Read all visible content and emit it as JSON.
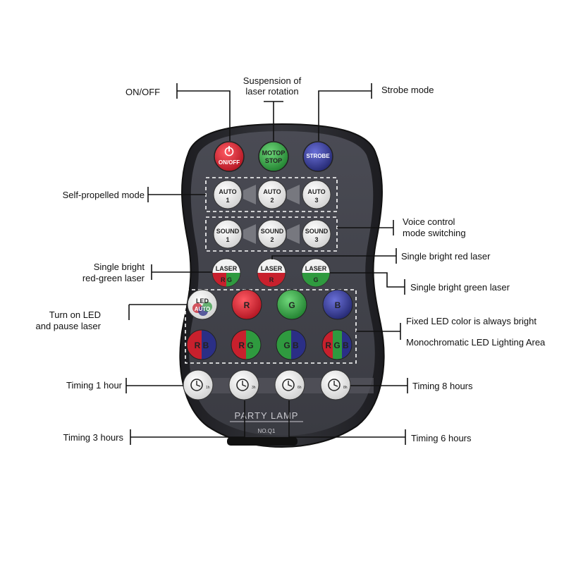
{
  "remote": {
    "brand": "PARTY LAMP",
    "model": "NO.Q1",
    "buttons": {
      "onoff": "ON/OFF",
      "motor_stop_1": "MOTOP",
      "motor_stop_2": "STOP",
      "strobe": "STROBE",
      "auto": "AUTO",
      "auto_nums": [
        "1",
        "2",
        "3"
      ],
      "sound": "SOUND",
      "sound_nums": [
        "1",
        "2",
        "3"
      ],
      "laser": "LASER",
      "laser_sub": [
        "R  G",
        "R",
        "G"
      ],
      "led_auto_1": "LED",
      "led_auto_2": "AUTO",
      "single_colors": [
        "R",
        "G",
        "B"
      ],
      "mixed_colors": [
        "R  B",
        "R  G",
        "G  B",
        "R G B"
      ],
      "timer_hours": [
        "1h",
        "3h",
        "6h",
        "8h"
      ]
    }
  },
  "callouts": {
    "onoff": "ON/OFF",
    "suspension_1": "Suspension of",
    "suspension_2": "laser rotation",
    "strobe": "Strobe mode",
    "self_propelled": "Self-propelled mode",
    "voice_1": "Voice control",
    "voice_2": "mode switching",
    "single_red": "Single bright red laser",
    "red_green_1": "Single bright",
    "red_green_2": "red-green laser",
    "single_green": "Single bright green laser",
    "led_pause_1": "Turn on LED",
    "led_pause_2": "and pause laser",
    "fixed_led": "Fixed LED color is always bright",
    "mono_led": "Monochromatic LED Lighting Area",
    "timing_1": "Timing 1 hour",
    "timing_8": "Timing 8 hours",
    "timing_3": "Timing 3 hours",
    "timing_6": "Timing 6 hours"
  },
  "colors": {
    "body": "#2b2b2f",
    "panel": "#3c3d44",
    "red": "#c8202d",
    "green": "#2f9a3f",
    "blue": "#2b2f86",
    "white_button": "#f2f2f2"
  }
}
